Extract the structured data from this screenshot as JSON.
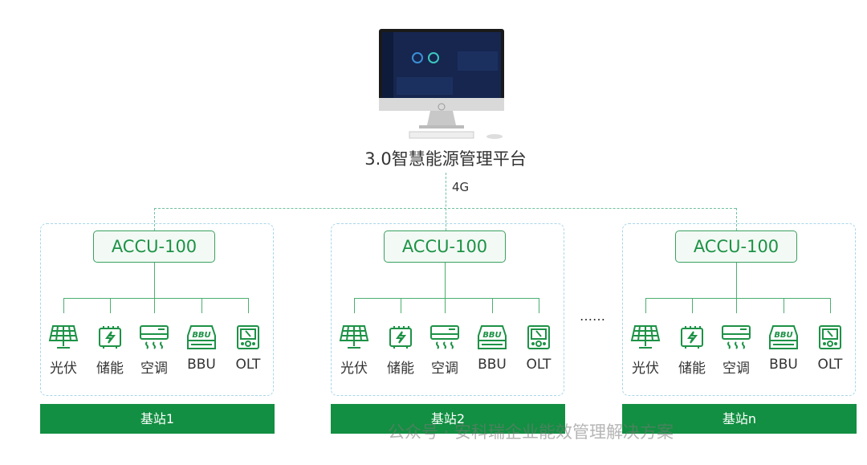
{
  "platform": {
    "title": "3.0智慧能源管理平台",
    "link": "4G"
  },
  "stations": [
    {
      "controller": "ACCU-100",
      "name": "基站1"
    },
    {
      "controller": "ACCU-100",
      "name": "基站2"
    },
    {
      "controller": "ACCU-100",
      "name": "基站n"
    }
  ],
  "devices": [
    {
      "label": "光伏",
      "icon": "solar-panel-icon"
    },
    {
      "label": "储能",
      "icon": "energy-storage-icon"
    },
    {
      "label": "空调",
      "icon": "air-conditioner-icon"
    },
    {
      "label": "BBU",
      "icon": "bbu-icon"
    },
    {
      "label": "OLT",
      "icon": "olt-meter-icon"
    }
  ],
  "ellipsis": "……",
  "watermark": "公众号 · 安科瑞企业能效管理解决方案",
  "colors": {
    "accent": "#1d9246",
    "bar": "#128f42",
    "dashed": "#a9d6ea"
  }
}
